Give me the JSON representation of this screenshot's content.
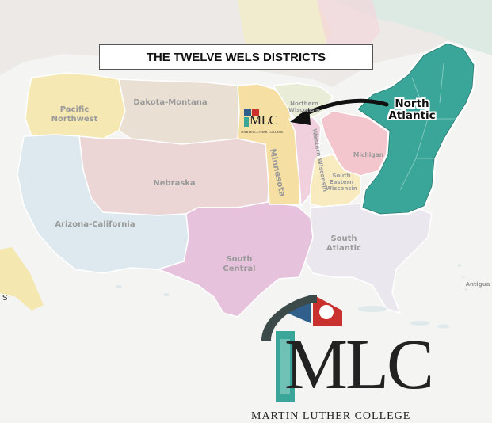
{
  "title": "THE TWELVE WELS DISTRICTS",
  "districts": [
    {
      "name": "Pacific Northwest",
      "color": "#f5e9b4"
    },
    {
      "name": "Dakota-Montana",
      "color": "#eadfd2"
    },
    {
      "name": "Northern Wisconsin",
      "color": "#eaeed8"
    },
    {
      "name": "Minnesota",
      "color": "#f5e0a4"
    },
    {
      "name": "Western Wisconsin",
      "color": "#f1d1dd"
    },
    {
      "name": "Michigan",
      "color": "#f3c6cd"
    },
    {
      "name": "South Eastern Wisconsin",
      "color": "#f7ecc0"
    },
    {
      "name": "Nebraska",
      "color": "#ecd6d6"
    },
    {
      "name": "Arizona-California",
      "color": "#dde9ef"
    },
    {
      "name": "South Central",
      "color": "#e6c3dd"
    },
    {
      "name": "South Atlantic",
      "color": "#ece8ee"
    },
    {
      "name": "North Atlantic",
      "color": "#3aa599"
    }
  ],
  "labels": {
    "pacific_nw": "Pacific\nNorthwest",
    "dakota_montana": "Dakota-Montana",
    "northern_wisconsin": "Northern\nWisconsin",
    "minnesota": "Minnesota",
    "western_wisconsin": "Western Wisconsin",
    "michigan": "Michigan",
    "se_wisconsin": "South\nEastern\nWisconsin",
    "nebraska": "Nebraska",
    "arizona_california": "Arizona-California",
    "south_central": "South\nCentral",
    "south_atlantic": "South\nAtlantic",
    "antigua": "Antigua",
    "north_atlantic": "North\nAtlantic"
  },
  "edge_text": "s",
  "logo_small": {
    "text": "MLC",
    "subtitle": "MARTIN LUTHER COLLEGE"
  },
  "logo_large": {
    "text": "MLC",
    "subtitle": "MARTIN LUTHER COLLEGE"
  },
  "colors": {
    "ocean": "#f3f3f2",
    "north_atlantic": "#3aa599",
    "arrow": "#111111",
    "canada_east": "#dce9e2"
  }
}
